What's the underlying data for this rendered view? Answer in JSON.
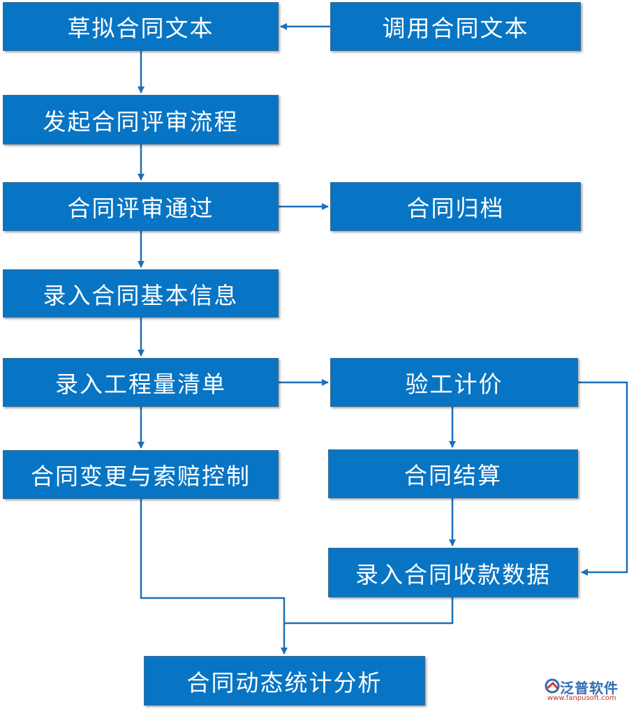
{
  "nodes": {
    "draft": "草拟合同文本",
    "invoke": "调用合同文本",
    "review_start": "发起合同评审流程",
    "review_pass": "合同评审通过",
    "archive": "合同归档",
    "basic_info": "录入合同基本信息",
    "bill": "录入工程量清单",
    "valuation": "验工计价",
    "change_claim": "合同变更与索赔控制",
    "settlement": "合同结算",
    "receipt": "录入合同收款数据",
    "analysis": "合同动态统计分析"
  },
  "edges": [
    {
      "from": "invoke",
      "to": "draft"
    },
    {
      "from": "draft",
      "to": "review_start"
    },
    {
      "from": "review_start",
      "to": "review_pass"
    },
    {
      "from": "review_pass",
      "to": "archive"
    },
    {
      "from": "review_pass",
      "to": "basic_info"
    },
    {
      "from": "basic_info",
      "to": "bill"
    },
    {
      "from": "bill",
      "to": "valuation"
    },
    {
      "from": "bill",
      "to": "change_claim"
    },
    {
      "from": "valuation",
      "to": "settlement"
    },
    {
      "from": "valuation",
      "to": "receipt"
    },
    {
      "from": "settlement",
      "to": "receipt"
    },
    {
      "from": "change_claim",
      "to": "analysis"
    },
    {
      "from": "receipt",
      "to": "analysis"
    }
  ],
  "colors": {
    "box_fill": "#0875c4",
    "box_text": "#ffffff",
    "connector": "#1e6fb5"
  },
  "logo": {
    "name": "泛普软件",
    "url": "www.fanpusoft.com"
  }
}
